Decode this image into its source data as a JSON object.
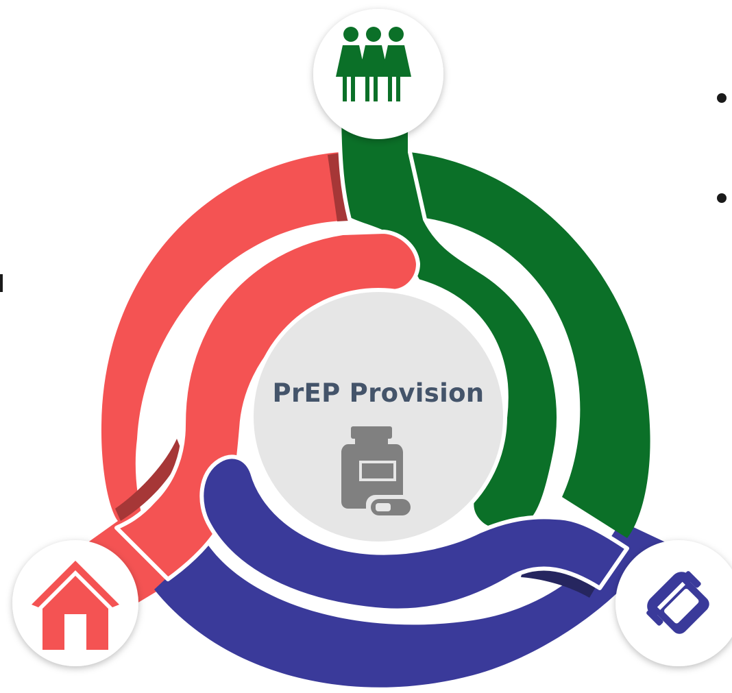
{
  "center": {
    "title": "PrEP Provision",
    "icon": "medicine-bottle-icon"
  },
  "segments": [
    {
      "name": "community",
      "icon": "women-group-icon",
      "color": "#0b7028"
    },
    {
      "name": "home",
      "icon": "home-icon",
      "color": "#f45353"
    },
    {
      "name": "telehealth",
      "icon": "telephone-icon",
      "color": "#3a3a9a"
    }
  ],
  "colors": {
    "green": "#0b7028",
    "red": "#f45353",
    "blue": "#3a3a9a",
    "center_fill": "#e6e6e6",
    "text": "#44546a",
    "icon_gray": "#808080"
  }
}
